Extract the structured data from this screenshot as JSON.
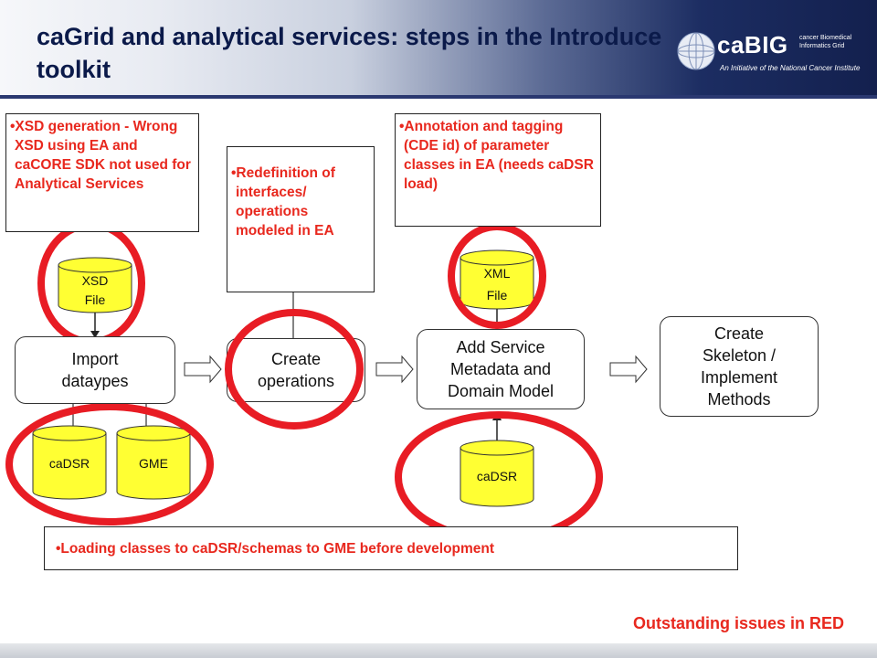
{
  "title": "caGrid and analytical services:  steps in the Introduce toolkit",
  "logo": {
    "name": "caBIG",
    "subtitle": "cancer Biomedical Informatics Grid",
    "tagline": "An Initiative of the National Cancer Institute"
  },
  "notes": {
    "xsd": "•XSD generation - Wrong XSD using EA  and caCORE SDK not used for Analytical Services",
    "redef": "•Redefinition of interfaces/ operations modeled in EA",
    "annotation": "•Annotation and tagging (CDE id) of parameter classes in EA (needs caDSR load)",
    "loading": "•Loading classes to caDSR/schemas to GME before development"
  },
  "steps": {
    "import": "Import\ndataypes",
    "create_ops": "Create\noperations",
    "add_service": "Add Service\nMetadata and\nDomain Model",
    "skeleton": "Create\nSkeleton /\nImplement\nMethods"
  },
  "cylinders": {
    "xsd_line1": "XSD",
    "xsd_line2": "File",
    "xml_line1": "XML",
    "xml_line2": "File",
    "cadsr_left": "caDSR",
    "gme": "GME",
    "cadsr_right": "caDSR"
  },
  "footer_note": "Outstanding issues in RED",
  "colors": {
    "issue_red": "#e8281e",
    "cylinder_fill": "#ffff33",
    "highlight_ring": "#e81c24",
    "header_navy": "#13204e"
  }
}
